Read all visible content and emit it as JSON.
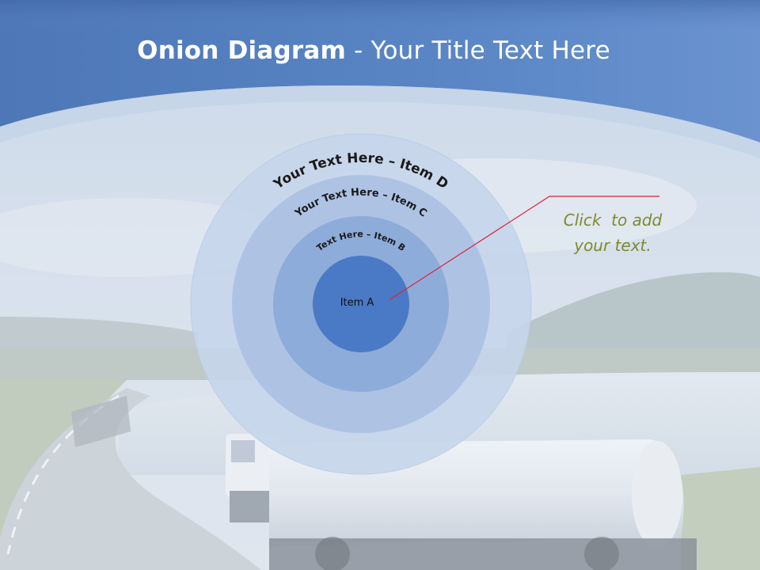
{
  "title": {
    "bold": "Onion Diagram",
    "rest": " - Your Title Text Here"
  },
  "diagram": {
    "layers": [
      {
        "label": "Your Text Here – Item D",
        "color": "#c7d6ec"
      },
      {
        "label": "Your Text Here – Item C",
        "color": "#aec3e4"
      },
      {
        "label": "Text Here – Item B",
        "color": "#8eacd9"
      },
      {
        "label": "Item A",
        "color": "#4a79c5"
      }
    ],
    "callout": {
      "line1": "Click  to add",
      "line2": "your text.",
      "line_color": "#e0203a"
    }
  },
  "colors": {
    "header_band": "#4e7bbd",
    "callout_text": "#7f8a2e",
    "label_text": "#1a1a1a"
  }
}
